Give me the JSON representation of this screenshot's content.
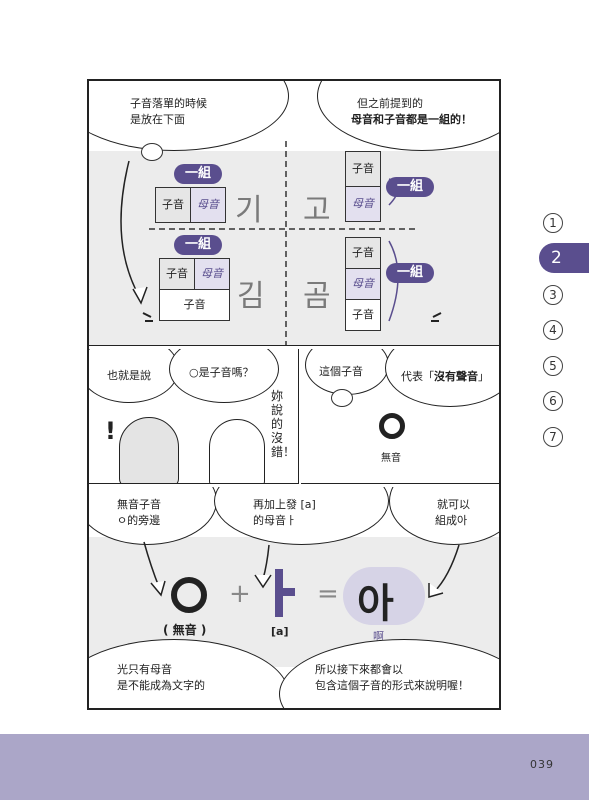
{
  "panel1": {
    "bubble_left": [
      "子音落單的時候",
      "是放在下面"
    ],
    "bubble_right_line1": "但之前提到的",
    "bubble_right_line2": "母音和子音都是一組的！",
    "group_label": "一組",
    "consonant": "子音",
    "vowel": "母音",
    "syllables": [
      "기",
      "고",
      "김",
      "곰"
    ]
  },
  "panel2": {
    "bubble1": "也就是說",
    "bubble2": "○是子音嗎？",
    "vertical_text": "妳說的沒錯！",
    "exclaim": "!"
  },
  "panel3": {
    "bubble1": "這個子音",
    "bubble2_prefix": "代表「",
    "bubble2_bold": "沒有聲音",
    "bubble2_suffix": "」",
    "symbol": "ㅇ",
    "label": "無音"
  },
  "panel4": {
    "bubble1": [
      "無音子音",
      "ㅇ的旁邊"
    ],
    "bubble2": [
      "再加上發 [a]",
      "的母音ㅏ"
    ],
    "bubble3": [
      "就可以",
      "組成아"
    ],
    "equation": {
      "left": "ㅇ",
      "left_label": "( 無音 )",
      "plus": "+",
      "middle": "ㅏ",
      "middle_label": "[a]",
      "equals": "=",
      "result": "아",
      "result_label": "啊"
    },
    "bottom_left": [
      "光只有母音",
      "是不能成為文字的"
    ],
    "bottom_right": [
      "所以接下來都會以",
      "包含這個子音的形式來說明喔！"
    ]
  },
  "chapter_tabs": [
    "1",
    "2",
    "3",
    "4",
    "5",
    "6",
    "7"
  ],
  "active_tab": "2",
  "page_number": "039",
  "colors": {
    "accent": "#5a4e8e",
    "footer": "#aba6c8"
  }
}
